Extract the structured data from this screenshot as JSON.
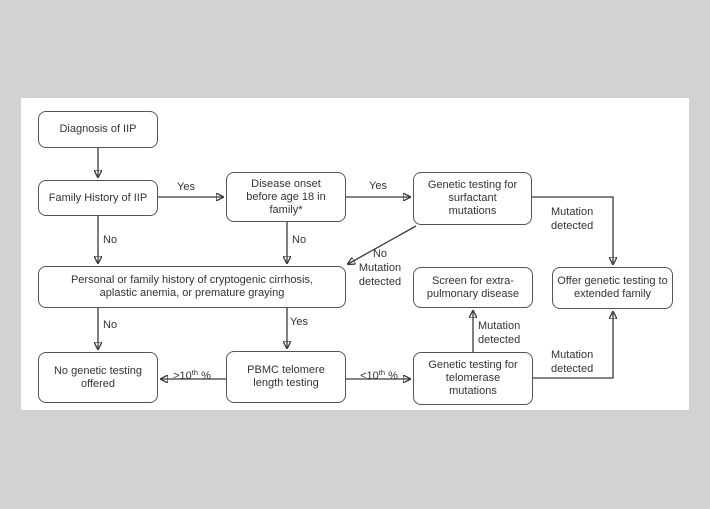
{
  "figure": {
    "colors": {
      "page_background": "#d3d1d1",
      "panel_background": "#ffffff",
      "box_border": "#545454",
      "text": "#333333",
      "arrow": "#3a3a3a"
    },
    "nodes": {
      "diagnosis": "Diagnosis of IIP",
      "family_history": "Family History of IIP",
      "disease_onset": [
        "Disease onset",
        "before age 18 in",
        "family*"
      ],
      "surfactant": [
        "Genetic testing for",
        "surfactant",
        "mutations"
      ],
      "personal_history": [
        "Personal or family history of cryptogenic cirrhosis,",
        "aplastic anemia, or premature graying"
      ],
      "screen_extra": [
        "Screen for extra-",
        "pulmonary disease"
      ],
      "offer_extended": [
        "Offer genetic testing to",
        "extended family"
      ],
      "no_testing": [
        "No genetic testing",
        "offered"
      ],
      "pbmc": [
        "PBMC telomere",
        "length testing"
      ],
      "telomerase": [
        "Genetic testing for",
        "telomerase",
        "mutations"
      ]
    },
    "edge_labels": {
      "yes_family_to_onset": "Yes",
      "yes_onset_to_surfactant": "Yes",
      "no_family_to_personal": "No",
      "no_onset_to_personal": "No",
      "no_mutation_detected": [
        "No",
        "Mutation",
        "detected"
      ],
      "mutation_detected_to_extended_top": [
        "Mutation",
        "detected"
      ],
      "no_personal_to_no_testing": "No",
      "yes_personal_to_pbmc": "Yes",
      "mutation_detected_to_screen": [
        "Mutation",
        "detected"
      ],
      "mutation_detected_to_extended_bottom": [
        "Mutation",
        "detected"
      ],
      "gt10": {
        "base": ">10",
        "sup": "th",
        "pct": " %"
      },
      "lt10": {
        "base": "<10",
        "sup": "th",
        "pct": " %"
      }
    }
  }
}
